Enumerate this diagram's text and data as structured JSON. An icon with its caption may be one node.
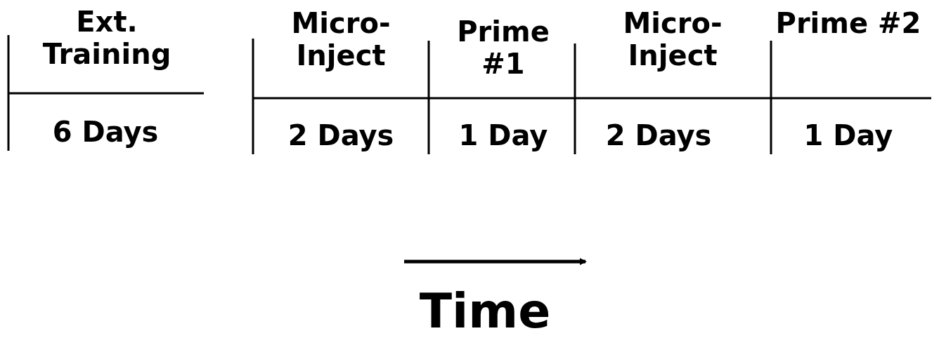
{
  "diagram": {
    "labels": [
      "Ext. Training",
      "Micro- Inject",
      "Prime #1",
      "Micro- Inject",
      "Prime #2",
      "6 Days",
      "2 Days",
      "1 Day",
      "2 Days",
      "1 Day",
      "Time"
    ]
  }
}
